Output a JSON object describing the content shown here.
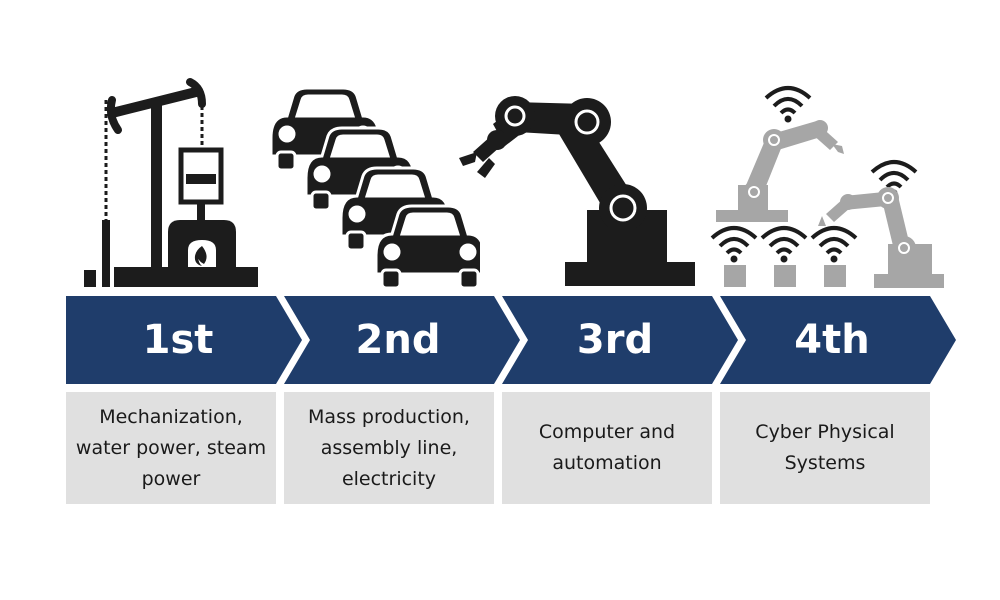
{
  "colors": {
    "arrow": "#1f3d6b",
    "icon_dark": "#1c1c1c",
    "icon_light": "#a6a6a6",
    "box": "#e0e0e0"
  },
  "stages": [
    {
      "number": "1st",
      "icon": "steam-engine-icon",
      "description": "Mechanization,\nwater power, steam\npower"
    },
    {
      "number": "2nd",
      "icon": "assembly-line-cars-icon",
      "description": "Mass production,\nassembly line,\nelectricity"
    },
    {
      "number": "3rd",
      "icon": "robot-arm-icon",
      "description": "Computer and\nautomation"
    },
    {
      "number": "4th",
      "icon": "connected-robots-icon",
      "description": "Cyber Physical\nSystems"
    }
  ]
}
